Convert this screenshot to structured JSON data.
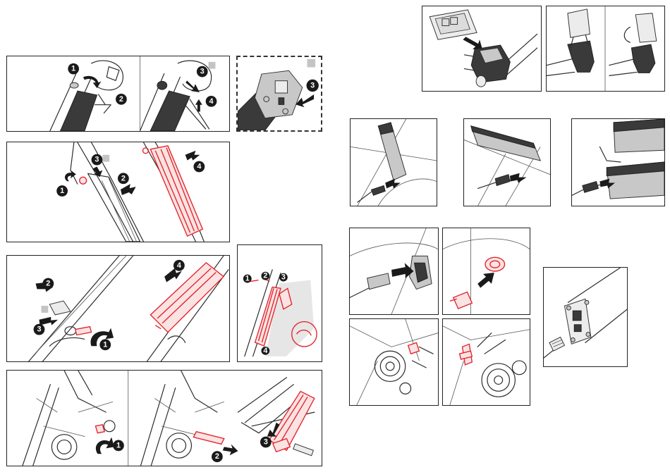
{
  "steps": {
    "s1": "1",
    "s2": "2",
    "s3": "3",
    "s4": "4"
  },
  "colors": {
    "highlight": "#e4262c",
    "ink": "#1a1a1a",
    "marker_grey": "#c4c4c4"
  },
  "panels": [
    {
      "id": "remove-battery-downtube-a",
      "icons": [
        "rotate-icon",
        "arrow-down-icon"
      ]
    },
    {
      "id": "remove-battery-downtube-b",
      "icons": [
        "arrow-icon"
      ]
    },
    {
      "id": "mount-holder-detail",
      "icons": [
        "arrow-icon"
      ]
    },
    {
      "id": "frame-battery-removal",
      "icons": [
        "rotate-icon",
        "arrow-icon"
      ]
    },
    {
      "id": "integrated-battery-removal",
      "icons": [
        "rotate-icon",
        "arrow-icon"
      ]
    },
    {
      "id": "rear-battery-detail",
      "icons": [
        "hand-icon"
      ]
    },
    {
      "id": "motor-battery-removal",
      "icons": [
        "rotate-icon",
        "arrow-icon"
      ]
    },
    {
      "id": "display-holder",
      "icons": [
        "arrow-icon"
      ]
    },
    {
      "id": "display-tilt",
      "icons": []
    },
    {
      "id": "charge-frame-battery",
      "icons": [
        "plug-icon"
      ]
    },
    {
      "id": "charge-rack-battery",
      "icons": [
        "plug-icon"
      ]
    },
    {
      "id": "charge-dual-battery",
      "icons": [
        "plug-icon"
      ]
    },
    {
      "id": "charge-socket-grey",
      "icons": [
        "plug-icon"
      ]
    },
    {
      "id": "charge-socket-red",
      "icons": [
        "plug-icon"
      ]
    },
    {
      "id": "motor-charge-port-a",
      "icons": []
    },
    {
      "id": "motor-charge-port-b",
      "icons": []
    },
    {
      "id": "battery-direct-charge",
      "icons": [
        "plug-icon"
      ]
    }
  ]
}
